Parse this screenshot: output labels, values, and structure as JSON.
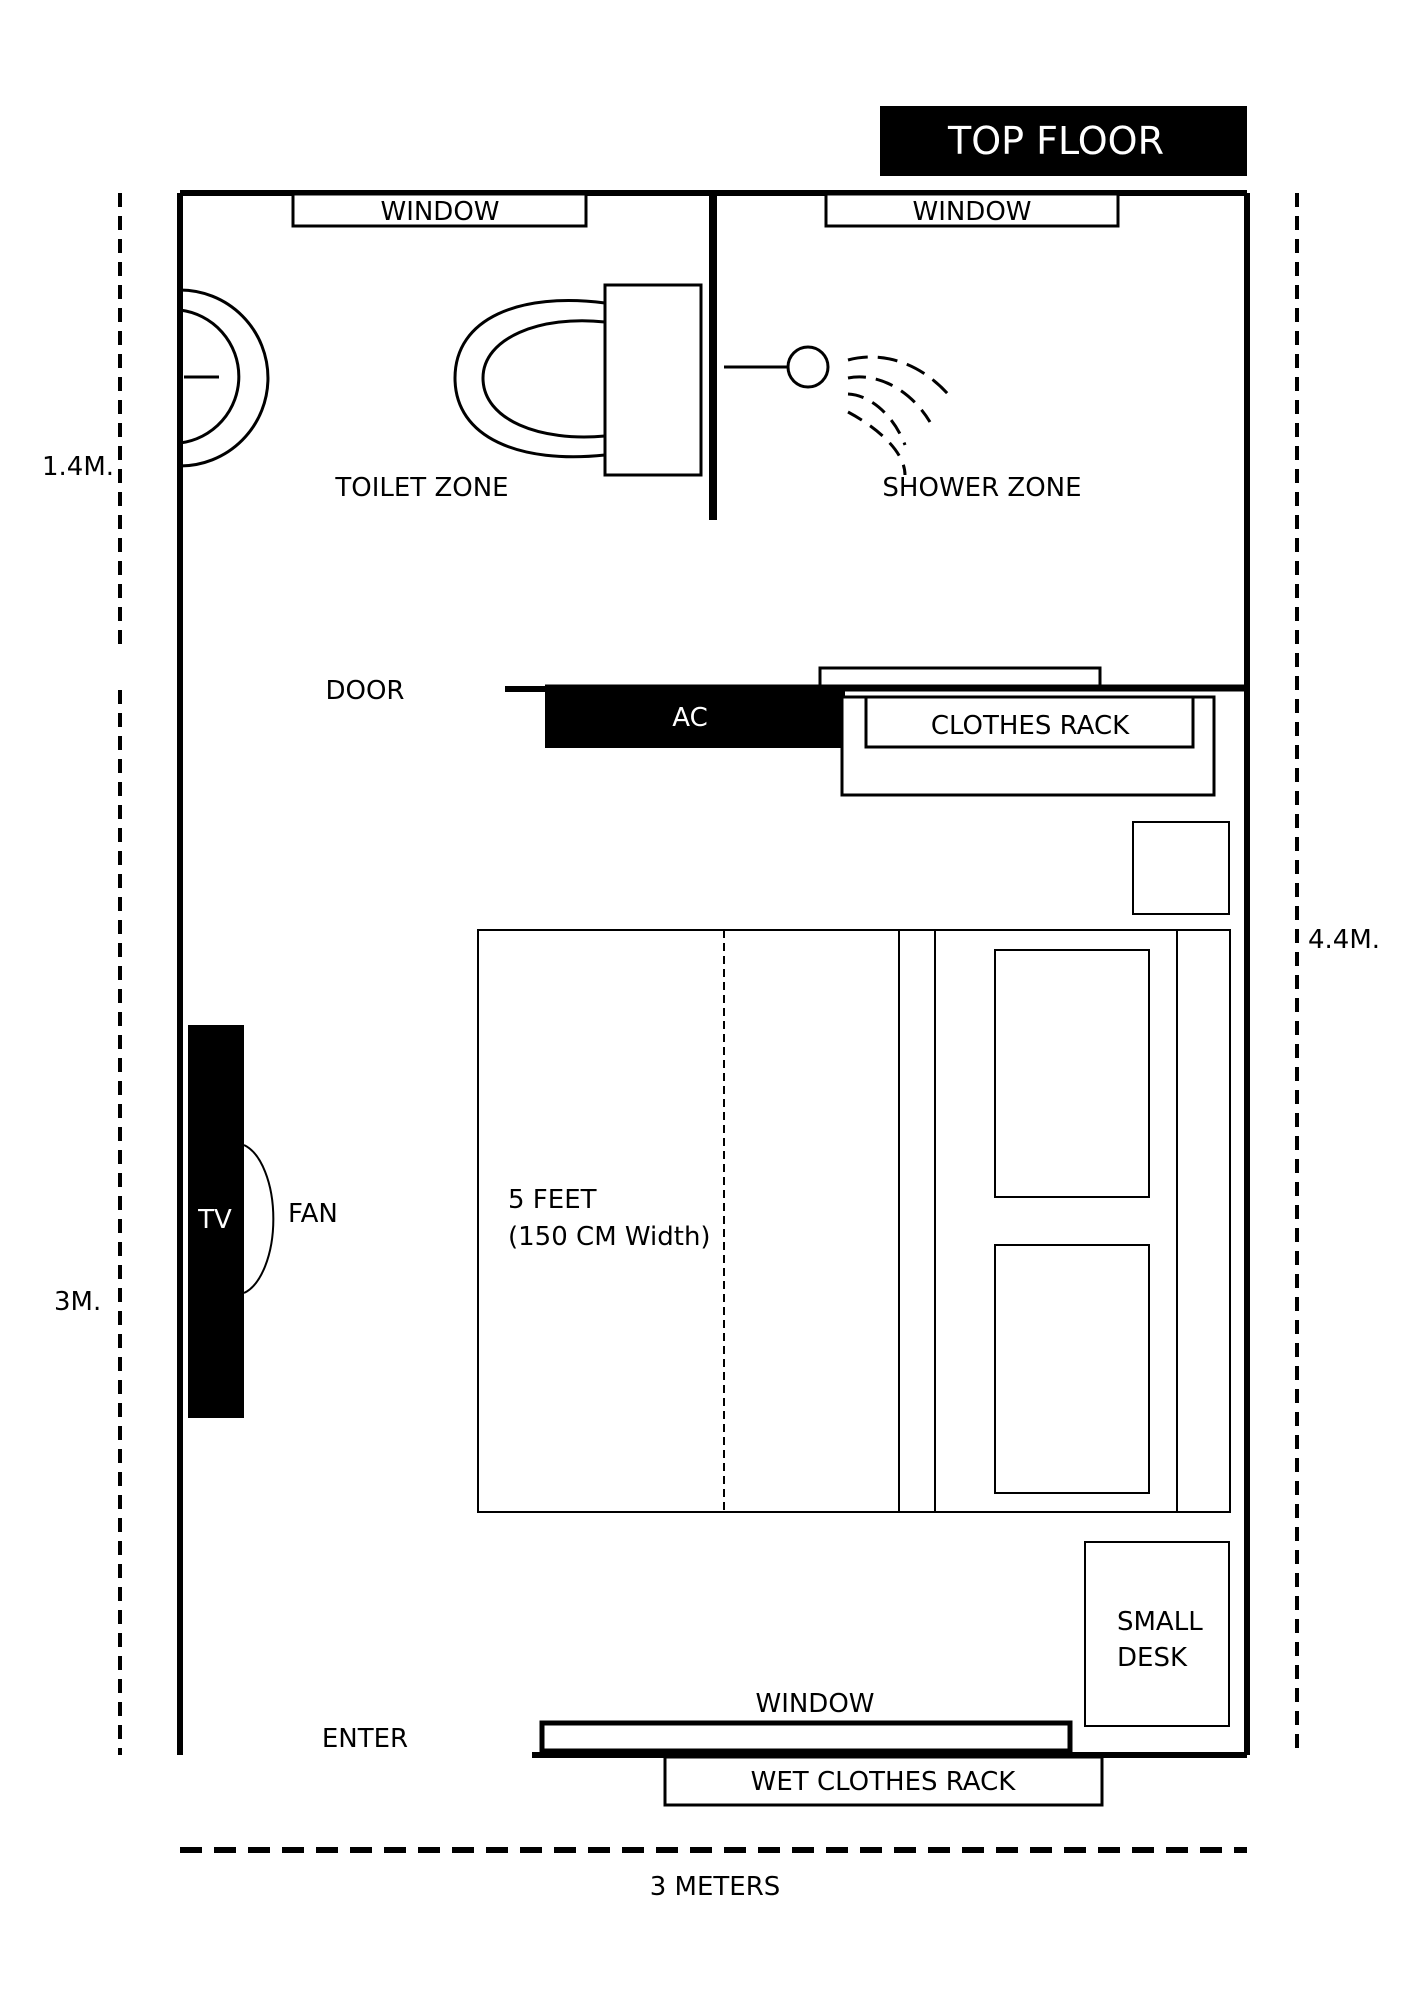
{
  "title": "TOP FLOOR",
  "labels": {
    "window_top_left": "WINDOW",
    "window_top_right": "WINDOW",
    "toilet_zone": "TOILET ZONE",
    "shower_zone": "SHOWER ZONE",
    "door": "DOOR",
    "ac": "AC",
    "clothes_rack": "CLOTHES RACK",
    "tv": "TV",
    "fan": "FAN",
    "bed_line1": "5 FEET",
    "bed_line2": "(150 CM Width)",
    "small_desk_line1": "SMALL",
    "small_desk_line2": "DESK",
    "window_bottom": "WINDOW",
    "enter": "ENTER",
    "wet_clothes_rack": "WET CLOTHES RACK"
  },
  "dimensions": {
    "bathroom_depth": "1.4M.",
    "bedroom_depth": "3M.",
    "total_depth": "4.4M.",
    "width": "3 METERS"
  },
  "colors": {
    "ink": "#000000",
    "paper": "#ffffff"
  }
}
